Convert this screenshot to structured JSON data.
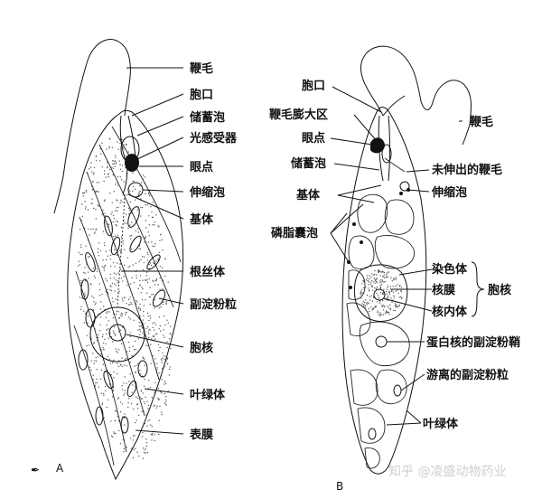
{
  "panel_a": {
    "letter": "A",
    "labels": {
      "flagellum": "鞭毛",
      "cytostome": "胞口",
      "reservoir": "储蓄泡",
      "photoreceptor": "光感受器",
      "eyespot": "眼点",
      "contractile_vacuole": "伸缩泡",
      "basal_body": "基体",
      "rhizoplast": "根丝体",
      "paramylon": "副淀粉粒",
      "nucleus": "胞核",
      "chloroplast": "叶绿体",
      "pellicle": "表膜"
    }
  },
  "panel_b": {
    "letter": "B",
    "labels": {
      "cytostome": "胞口",
      "flagellar_swelling": "鞭毛膨大区",
      "eyespot": "眼点",
      "reservoir": "储蓄泡",
      "basal_body": "基体",
      "phospholipid_vesicle": "磷脂囊泡",
      "flagellum": "鞭毛",
      "unextended_flagellum": "未伸出的鞭毛",
      "contractile_vacuole": "伸缩泡",
      "chromosome": "染色体",
      "nuclear_membrane": "核膜",
      "endosome": "核内体",
      "nucleus_group": "胞核",
      "pyrenoid_paramylon": "蛋白核的副淀粉鞘",
      "free_paramylon": "游离的副淀粉粒",
      "chloroplast": "叶绿体"
    }
  },
  "watermark": "知乎 @凌盛动物药业",
  "colors": {
    "ink": "#111111",
    "stipple": "#555555",
    "watermark": "#cfcfcf"
  }
}
